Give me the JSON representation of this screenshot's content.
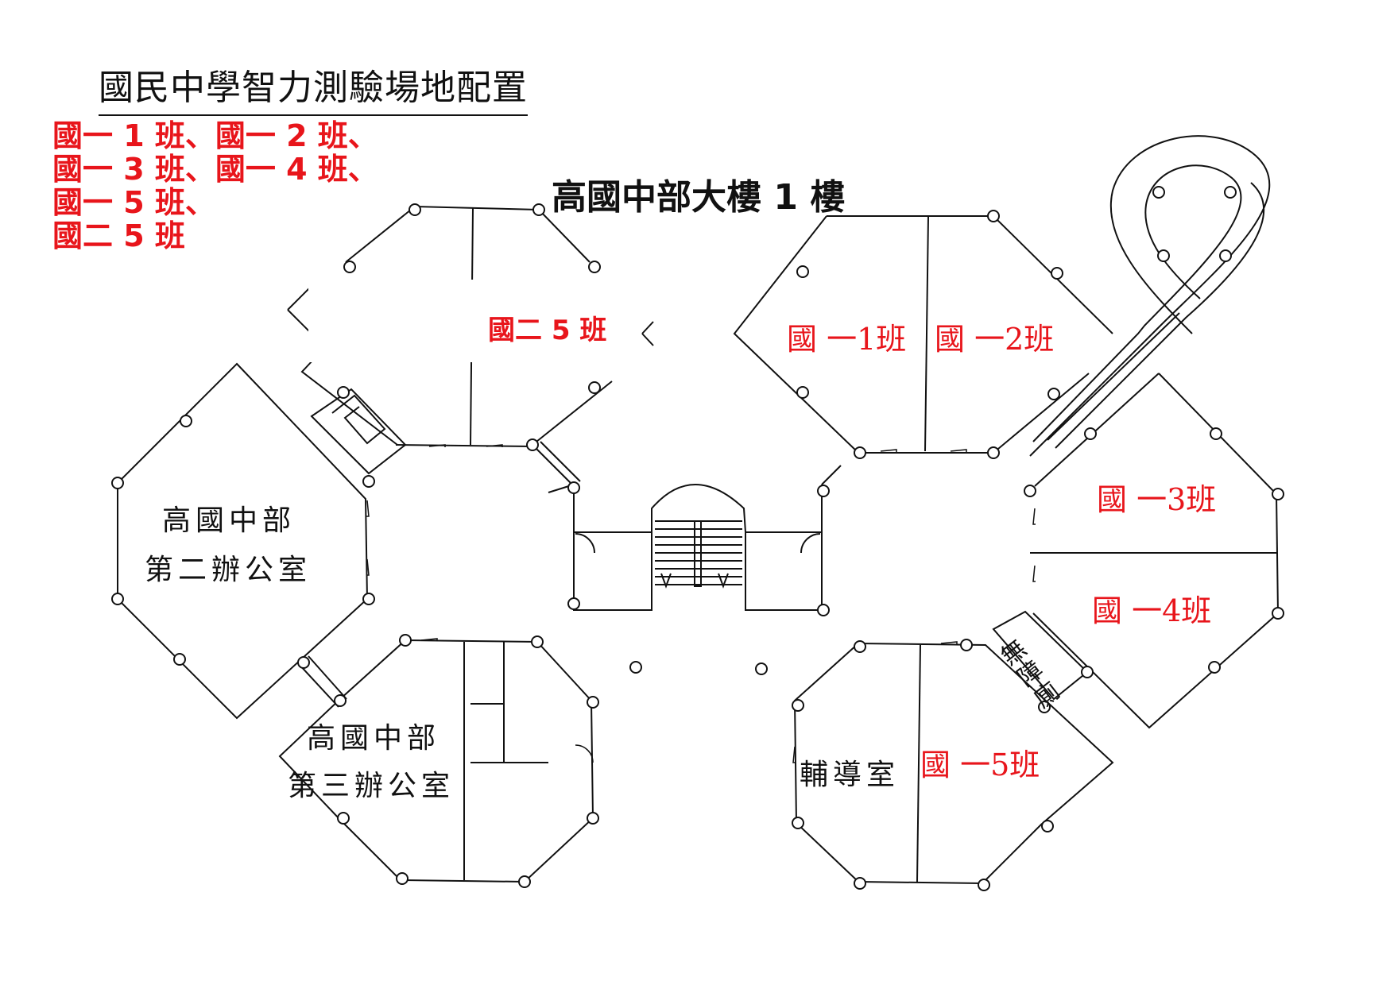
{
  "page_title": "國民中學智力測驗場地配置",
  "class_list": [
    "國一 1 班、國一 2 班、",
    "國一 3 班、國一 4 班、",
    "國一 5 班、",
    "國二 5 班"
  ],
  "building_title": "高國中部大樓 1 樓",
  "rooms": {
    "office2_line1": "高國中部",
    "office2_line2": "第二辦公室",
    "office3_line1": "高國中部",
    "office3_line2": "第三辦公室",
    "counseling": "輔導室",
    "accessible_toilet": [
      "無",
      "障",
      "廁"
    ]
  },
  "exam_rooms": {
    "g2c5": "國二 5 班",
    "g1c1": "國 一1班",
    "g1c2": "國 一2班",
    "g1c3": "國 一3班",
    "g1c4": "國 一4班",
    "g1c5": "國 一5班"
  },
  "colors": {
    "accent": "#e8151b",
    "line": "#111111"
  }
}
